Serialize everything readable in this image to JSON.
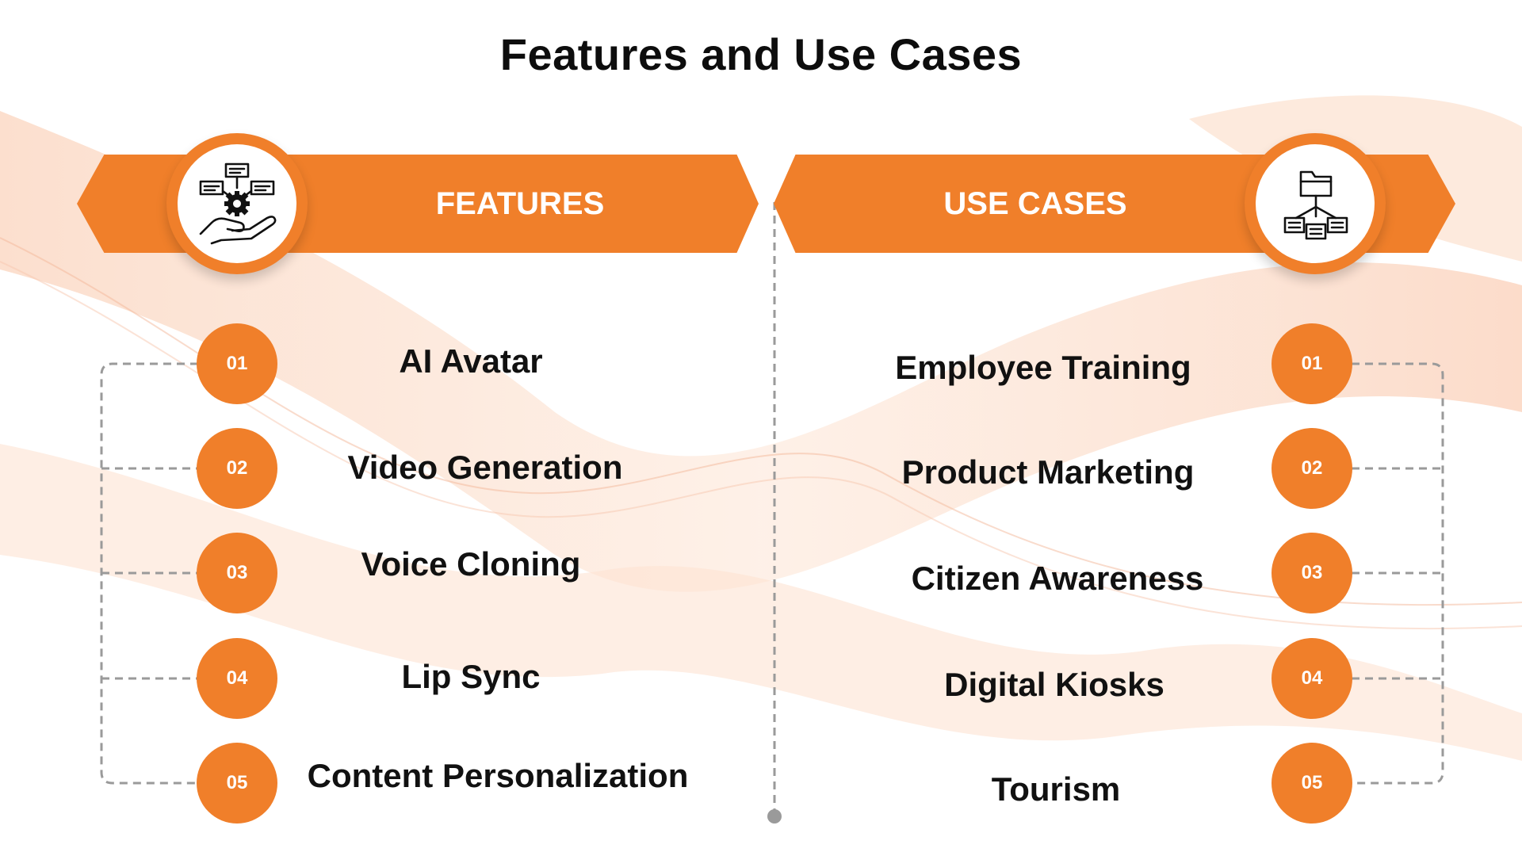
{
  "title": "Features and Use Cases",
  "colors": {
    "accent": "#f07f2a",
    "text": "#111111",
    "connector": "#9a9a9a"
  },
  "features": {
    "label": "FEATURES",
    "icon": "hand-gear-network-icon",
    "items": [
      {
        "number": "01",
        "label": "AI Avatar"
      },
      {
        "number": "02",
        "label": "Video Generation"
      },
      {
        "number": "03",
        "label": "Voice Cloning"
      },
      {
        "number": "04",
        "label": "Lip Sync"
      },
      {
        "number": "05",
        "label": "Content Personalization"
      }
    ]
  },
  "use_cases": {
    "label": "USE CASES",
    "icon": "folder-hierarchy-icon",
    "items": [
      {
        "number": "01",
        "label": "Employee Training"
      },
      {
        "number": "02",
        "label": "Product Marketing"
      },
      {
        "number": "03",
        "label": "Citizen Awareness"
      },
      {
        "number": "04",
        "label": "Digital Kiosks"
      },
      {
        "number": "05",
        "label": "Tourism"
      }
    ]
  }
}
